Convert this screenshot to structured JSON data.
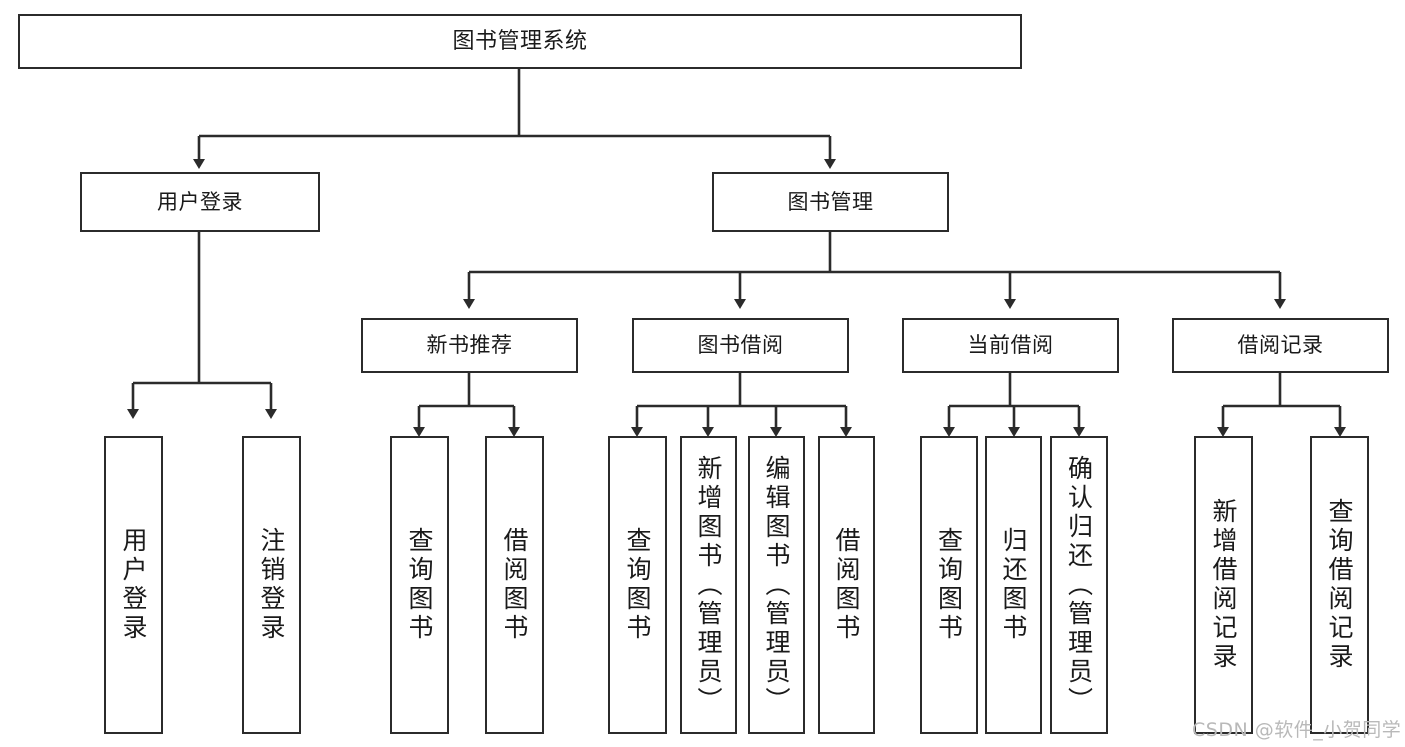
{
  "diagram": {
    "title": "图书管理系统",
    "type": "tree",
    "background_color": "#ffffff",
    "line_color": "#2b2b2b",
    "box_border_color": "#2b2b2b",
    "box_fill_color": "#ffffff",
    "text_color": "#1a1a1a",
    "levels": 4
  },
  "nodes": {
    "root": {
      "label": "图书管理系统"
    },
    "level1": [
      {
        "label": "用户登录"
      },
      {
        "label": "图书管理"
      }
    ],
    "level2": [
      {
        "label": "新书推荐"
      },
      {
        "label": "图书借阅"
      },
      {
        "label": "当前借阅"
      },
      {
        "label": "借阅记录"
      }
    ],
    "leaves": [
      {
        "label": "用户登录"
      },
      {
        "label": "注销登录"
      },
      {
        "label": "查询图书"
      },
      {
        "label": "借阅图书"
      },
      {
        "label": "查询图书"
      },
      {
        "label": "新增图书（管理员）"
      },
      {
        "label": "编辑图书（管理员）"
      },
      {
        "label": "借阅图书"
      },
      {
        "label": "查询图书"
      },
      {
        "label": "归还图书"
      },
      {
        "label": "确认归还（管理员）"
      },
      {
        "label": "新增借阅记录"
      },
      {
        "label": "查询借阅记录"
      }
    ]
  },
  "edges": {
    "root_to_level1": [
      "用户登录",
      "图书管理"
    ],
    "user_login_children": [
      "用户登录",
      "注销登录"
    ],
    "book_manage_children": [
      "新书推荐",
      "图书借阅",
      "当前借阅",
      "借阅记录"
    ],
    "new_book_children": [
      "查询图书",
      "借阅图书"
    ],
    "borrow_children": [
      "查询图书",
      "新增图书（管理员）",
      "编辑图书（管理员）",
      "借阅图书"
    ],
    "current_children": [
      "查询图书",
      "归还图书",
      "确认归还（管理员）"
    ],
    "record_children": [
      "新增借阅记录",
      "查询借阅记录"
    ]
  },
  "watermark": {
    "text": "CSDN @软件_小贺同学",
    "color": "#b9b9b9"
  }
}
